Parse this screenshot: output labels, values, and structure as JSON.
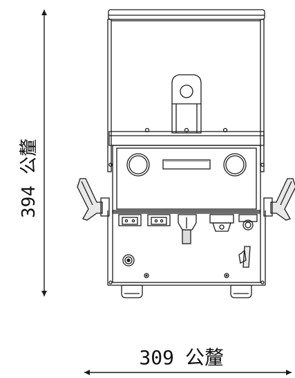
{
  "dimensions": {
    "height": {
      "value": "394",
      "unit": "公釐"
    },
    "width": {
      "value": "309",
      "unit": "公釐"
    }
  },
  "colors": {
    "line": "#1a1a1a",
    "background": "#ffffff",
    "shade": "#9a9a9a"
  }
}
